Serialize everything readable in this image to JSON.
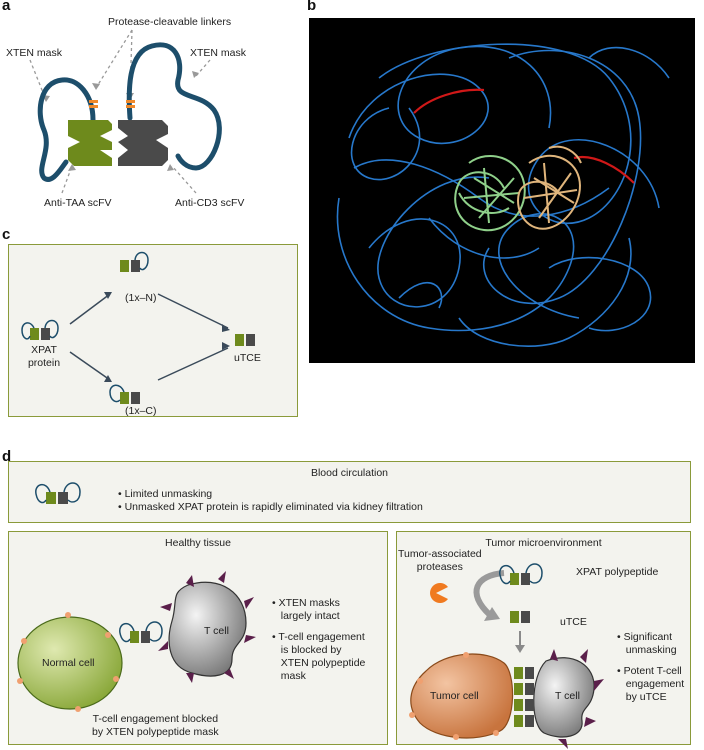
{
  "panel_labels": {
    "a": "a",
    "b": "b",
    "c": "c",
    "d": "d"
  },
  "panel_a": {
    "linkers_label": "Protease-cleavable linkers",
    "mask_left": "XTEN mask",
    "mask_right": "XTEN mask",
    "scfv_left": "Anti-TAA scFV",
    "scfv_right": "Anti-CD3 scFV"
  },
  "panel_c": {
    "start": "XPAT\nprotein",
    "top": "(1x–N)",
    "bottom": "(1x–C)",
    "end": "uTCE"
  },
  "panel_d": {
    "blood": {
      "title": "Blood circulation",
      "bullets": [
        "• Limited unmasking",
        "• Unmasked XPAT protein is rapidly eliminated via kidney filtration"
      ]
    },
    "healthy": {
      "title": "Healthy tissue",
      "normal_cell": "Normal cell",
      "t_cell": "T cell",
      "bullet1": "• XTEN masks\n   largely intact",
      "bullet2": "• T-cell engagement\n   is blocked by\n   XTEN polypeptide\n   mask",
      "caption": "T-cell engagement blocked\nby XTEN polypeptide mask"
    },
    "tumor": {
      "title": "Tumor microenvironment",
      "proteases": "Tumor-associated\nproteases",
      "xpat": "XPAT polypeptide",
      "utce": "uTCE",
      "tumor_cell": "Tumor cell",
      "t_cell": "T cell",
      "bullet1": "• Significant\n   unmasking",
      "bullet2": "• Potent T-cell\n   engagement\n   by uTCE"
    }
  },
  "colors": {
    "xten": "#1d4e6b",
    "taa": "#6e8a1c",
    "cd3": "#4a4a4a",
    "linker": "#f0892a",
    "structure_bg": "#000000",
    "backbone": "#2a7fd6",
    "cleaved": "#d01818",
    "box_border": "#8a9a3a"
  }
}
